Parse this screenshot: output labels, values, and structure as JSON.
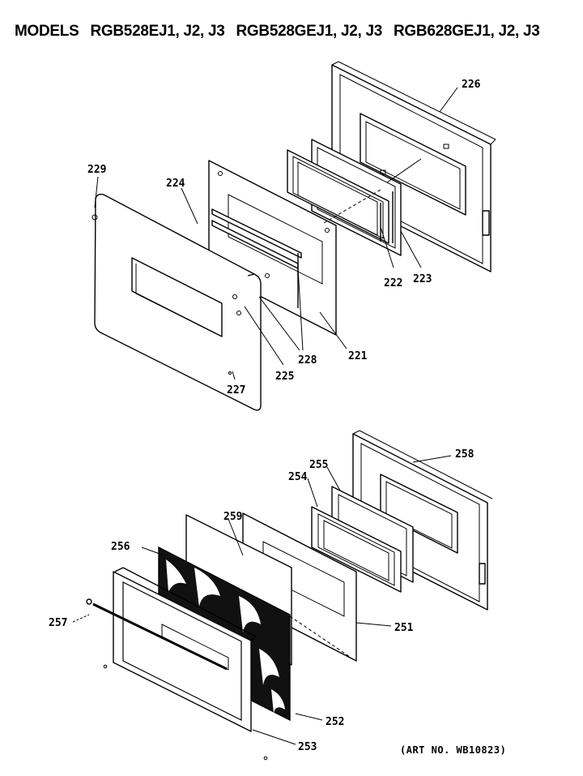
{
  "header": {
    "prefix": "MODELS",
    "models": [
      "RGB528EJ1, J2, J3",
      "RGB528GEJ1, J2, J3",
      "RGB628GEJ1, J2, J3"
    ]
  },
  "art_number": "(ART NO. WB10823)",
  "upper_assembly": {
    "part_labels": [
      "226",
      "229",
      "224",
      "222",
      "223",
      "228",
      "221",
      "225",
      "227"
    ]
  },
  "lower_assembly": {
    "part_labels": [
      "258",
      "255",
      "254",
      "259",
      "256",
      "257",
      "251",
      "252",
      "253"
    ]
  }
}
